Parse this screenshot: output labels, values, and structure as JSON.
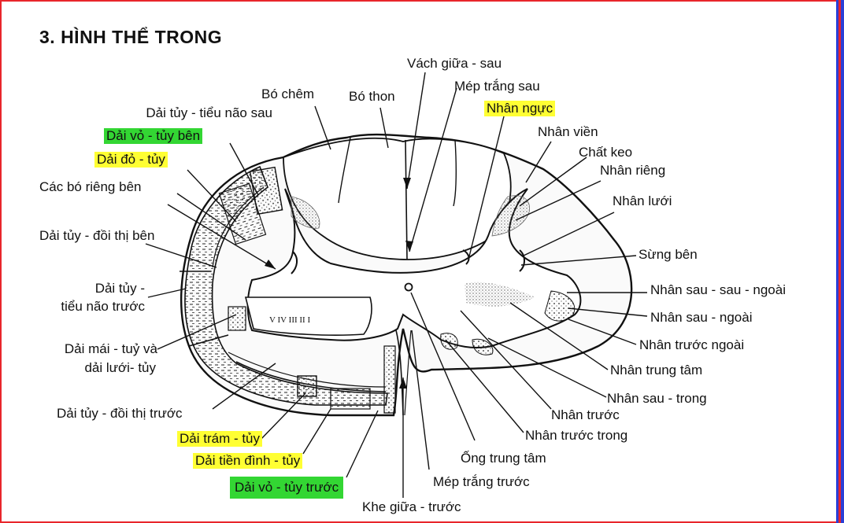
{
  "title": "3. HÌNH THỂ TRONG",
  "colors": {
    "highlight_yellow": "#ffff33",
    "highlight_green": "#33d633",
    "frame": "#e8262b"
  },
  "lamina_numerals": "V  IV  III  II  I",
  "labels_left": {
    "dai_tuy_tieu_nao_sau": "Dải tủy - tiểu não sau",
    "dai_vo_tuy_ben": "Dải vỏ - tủy bên",
    "dai_do_tuy": "Dải đỏ - tủy",
    "cac_bo_rieng_ben": "Các bó riêng bên",
    "dai_tuy_doi_thi_ben": "Dải tủy - đồi thị bên",
    "dai_tuy_tieu_nao_truoc_1": "Dải tủy -",
    "dai_tuy_tieu_nao_truoc_2": "tiểu não trước",
    "dai_mai_tuy_1": "Dải mái - tuỷ và",
    "dai_mai_tuy_2": "dải lưới-  tủy",
    "dai_tuy_doi_thi_truoc": "Dải tủy - đồi thị trước",
    "dai_tram_tuy": "Dải trám - tủy",
    "dai_tien_dinh_tuy": "Dải tiền đình - tủy",
    "dai_vo_tuy_truoc": "Dải vỏ - tủy trước"
  },
  "labels_top": {
    "bo_chem": "Bó chêm",
    "bo_thon": "Bó thon",
    "vach_giua_sau": "Vách giữa - sau",
    "mep_trang_sau": "Mép trắng sau",
    "nhan_nguc": "Nhân ngực"
  },
  "labels_right": {
    "nhan_vien": "Nhân viền",
    "chat_keo": "Chất keo",
    "nhan_rieng": "Nhân riêng",
    "nhan_luoi": "Nhân lưới",
    "sung_ben": "Sừng bên",
    "nhan_sau_sau_ngoai": "Nhân sau - sau - ngoài",
    "nhan_sau_ngoai": "Nhân sau - ngoài",
    "nhan_truoc_ngoai": "Nhân trước ngoài",
    "nhan_trung_tam": "Nhân trung tâm",
    "nhan_sau_trong": "Nhân sau - trong",
    "nhan_truoc": "Nhân trước",
    "nhan_truoc_trong": "Nhân trước trong"
  },
  "labels_bottom": {
    "ong_trung_tam": "Ống trung tâm",
    "mep_trang_truoc": "Mép trắng trước",
    "khe_giua_truoc": "Khe giữa - trước"
  }
}
